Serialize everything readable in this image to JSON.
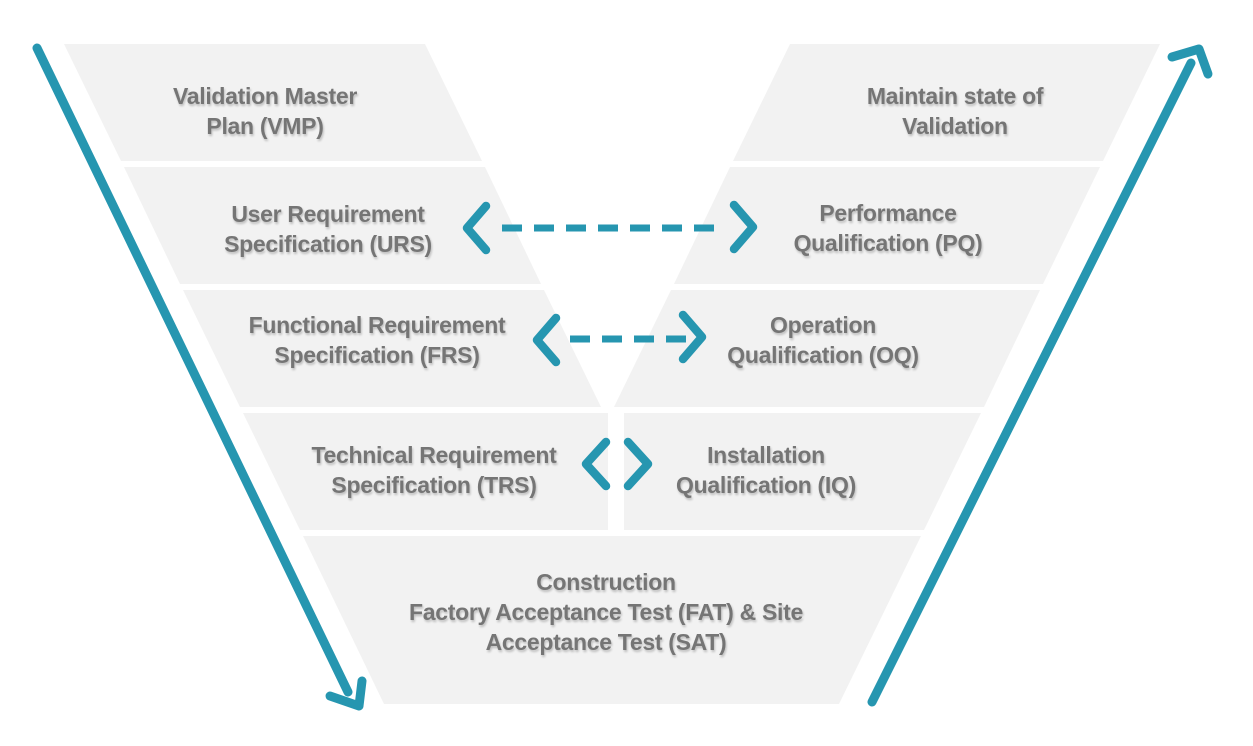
{
  "colors": {
    "accent_teal": "#2696B0",
    "block_gray": "#F2F2F2",
    "text_gray": "#757575"
  },
  "blocks": {
    "vmp": {
      "line1": "Validation Master",
      "line2": "Plan (VMP)"
    },
    "maintain": {
      "line1": "Maintain state of",
      "line2": "Validation"
    },
    "urs": {
      "line1": "User Requirement",
      "line2": "Specification (URS)"
    },
    "pq": {
      "line1": "Performance",
      "line2": "Qualification (PQ)"
    },
    "frs": {
      "line1": "Functional Requirement",
      "line2": "Specification (FRS)"
    },
    "oq": {
      "line1": "Operation",
      "line2": "Qualification (OQ)"
    },
    "trs": {
      "line1": "Technical Requirement",
      "line2": "Specification (TRS)"
    },
    "iq": {
      "line1": "Installation",
      "line2": "Qualification (IQ)"
    },
    "construction": {
      "line1": "Construction",
      "line2": "Factory Acceptance Test (FAT) & Site",
      "line3": "Acceptance Test (SAT)"
    }
  }
}
